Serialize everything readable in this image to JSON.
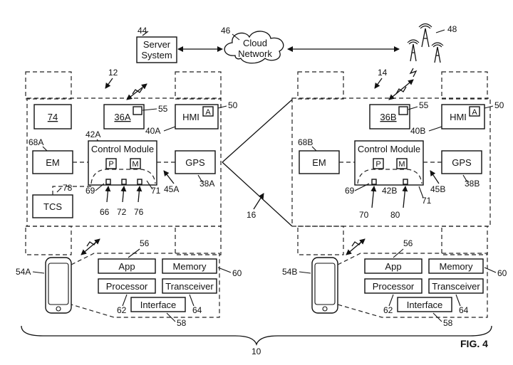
{
  "figure_label": "FIG. 4",
  "system_ref": "10",
  "server": {
    "label_line1": "Server",
    "label_line2": "System",
    "ref": "44"
  },
  "cloud": {
    "label_line1": "Cloud",
    "label_line2": "Network",
    "ref": "46"
  },
  "towers_ref": "48",
  "link_ref": "16",
  "vehicle_a": {
    "ref": "12",
    "box74": "74",
    "box36": "36A",
    "ref55": "55",
    "hmi": "HMI",
    "hmi_badge": "A",
    "ref50": "50",
    "ref40": "40A",
    "ref42": "42A",
    "ref68": "68A",
    "em": "EM",
    "control_module": "Control Module",
    "p": "P",
    "m": "M",
    "gps": "GPS",
    "ref38": "38A",
    "ref45": "45A",
    "ref69": "69",
    "ref71": "71",
    "tcs": "TCS",
    "ref78": "78",
    "ref66": "66",
    "ref72": "72",
    "ref76": "76"
  },
  "vehicle_b": {
    "ref": "14",
    "box36": "36B",
    "ref55": "55",
    "hmi": "HMI",
    "hmi_badge": "A",
    "ref50": "50",
    "ref40": "40B",
    "ref68": "68B",
    "em": "EM",
    "control_module": "Control Module",
    "p": "P",
    "m": "M",
    "gps": "GPS",
    "ref38": "38B",
    "ref45": "45B",
    "ref69": "69",
    "ref71": "71",
    "ref42": "42B",
    "ref70": "70",
    "ref80": "80"
  },
  "device_a": {
    "ref": "54A",
    "ref56": "56",
    "app": "App",
    "memory": "Memory",
    "ref60": "60",
    "processor": "Processor",
    "transceiver": "Transceiver",
    "interface": "Interface",
    "ref62": "62",
    "ref64": "64",
    "ref58": "58"
  },
  "device_b": {
    "ref": "54B",
    "ref56": "56",
    "app": "App",
    "memory": "Memory",
    "ref60": "60",
    "processor": "Processor",
    "transceiver": "Transceiver",
    "interface": "Interface",
    "ref62": "62",
    "ref64": "64",
    "ref58": "58"
  }
}
